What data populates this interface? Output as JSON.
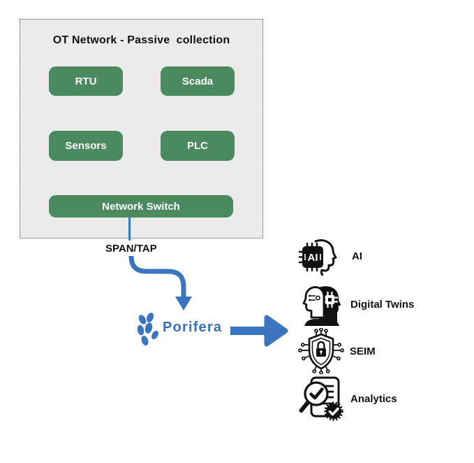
{
  "ot_network": {
    "title": "OT Network - Passive  collection",
    "nodes": [
      {
        "label": "RTU"
      },
      {
        "label": "Scada"
      },
      {
        "label": "Sensors"
      },
      {
        "label": "PLC"
      }
    ],
    "switch_label": "Network Switch"
  },
  "tap": {
    "label": "SPAN/TAP"
  },
  "platform": {
    "name": "Porifera",
    "chip_text": "AI"
  },
  "outputs": [
    {
      "label": "AI",
      "icon": "ai-chip-head-icon"
    },
    {
      "label": "Digital Twins",
      "icon": "digital-twins-heads-icon"
    },
    {
      "label": "SEIM",
      "icon": "shield-lock-circuit-icon"
    },
    {
      "label": "Analytics",
      "icon": "report-magnifier-check-icon"
    }
  ],
  "colors": {
    "node_green": "#4a8a5e",
    "arrow_blue": "#3b74bf",
    "porifera_blue": "#3a70b8",
    "box_background": "#ebebeb",
    "icon_black": "#111111"
  }
}
